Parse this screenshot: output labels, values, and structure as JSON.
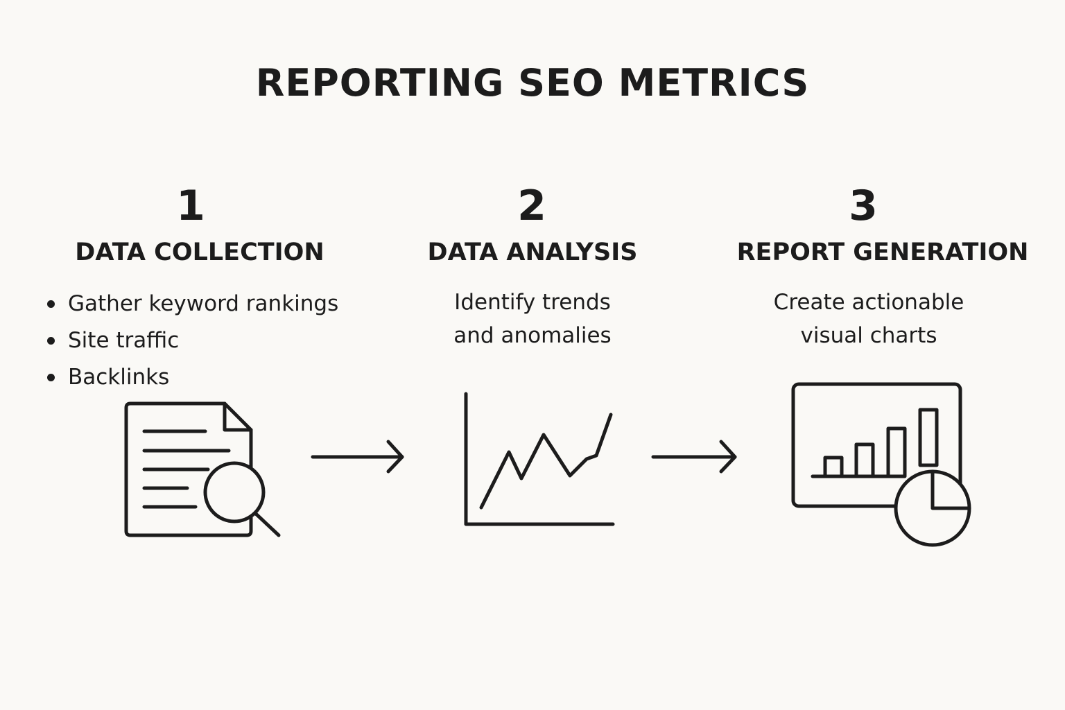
{
  "title": "REPORTING SEO METRICS",
  "steps": [
    {
      "number": "1",
      "heading": "DATA COLLECTION",
      "bullets": [
        "Gather keyword rankings",
        "Site traffic",
        "Backlinks"
      ],
      "icon": "document-search-icon"
    },
    {
      "number": "2",
      "heading": "DATA ANALYSIS",
      "description_lines": [
        "Identify trends",
        "and anomalies"
      ],
      "icon": "line-chart-icon"
    },
    {
      "number": "3",
      "heading": "REPORT GENERATION",
      "description_lines": [
        "Create actionable",
        "visual charts"
      ],
      "icon": "dashboard-chart-icon"
    }
  ],
  "connectors": [
    "arrow-right-icon",
    "arrow-right-icon"
  ]
}
